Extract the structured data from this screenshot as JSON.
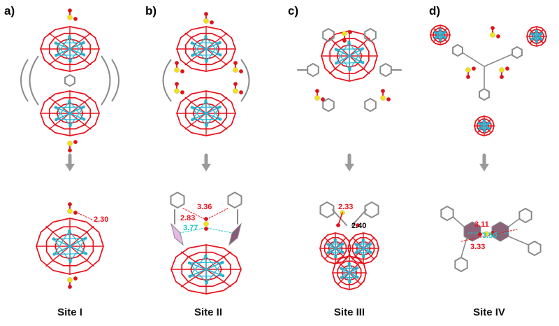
{
  "panels": [
    {
      "label": "a)",
      "site": "Site I",
      "distances": [
        {
          "value": "2.30",
          "color": "#e8101a"
        }
      ]
    },
    {
      "label": "b)",
      "site": "Site II",
      "distances": [
        {
          "value": "3.36",
          "color": "#e8101a"
        },
        {
          "value": "2.83",
          "color": "#e8101a"
        },
        {
          "value": "3.77",
          "color": "#1fc7c7"
        }
      ]
    },
    {
      "label": "c)",
      "site": "Site III",
      "distances": [
        {
          "value": "2.33",
          "color": "#e8101a"
        },
        {
          "value": "2.40",
          "color": "#000000"
        }
      ]
    },
    {
      "label": "d)",
      "site": "Site IV",
      "distances": [
        {
          "value": "3.11",
          "color": "#e8101a"
        },
        {
          "value": "3.50",
          "color": "#1fc7c7"
        },
        {
          "value": "3.33",
          "color": "#e8101a"
        }
      ]
    }
  ],
  "colors": {
    "oxygen": "#e8101a",
    "metal": "#1fb8d8",
    "carbon": "#8a8a8a",
    "sulfur": "#f2e21a",
    "arrow": "#9a9a9a"
  }
}
